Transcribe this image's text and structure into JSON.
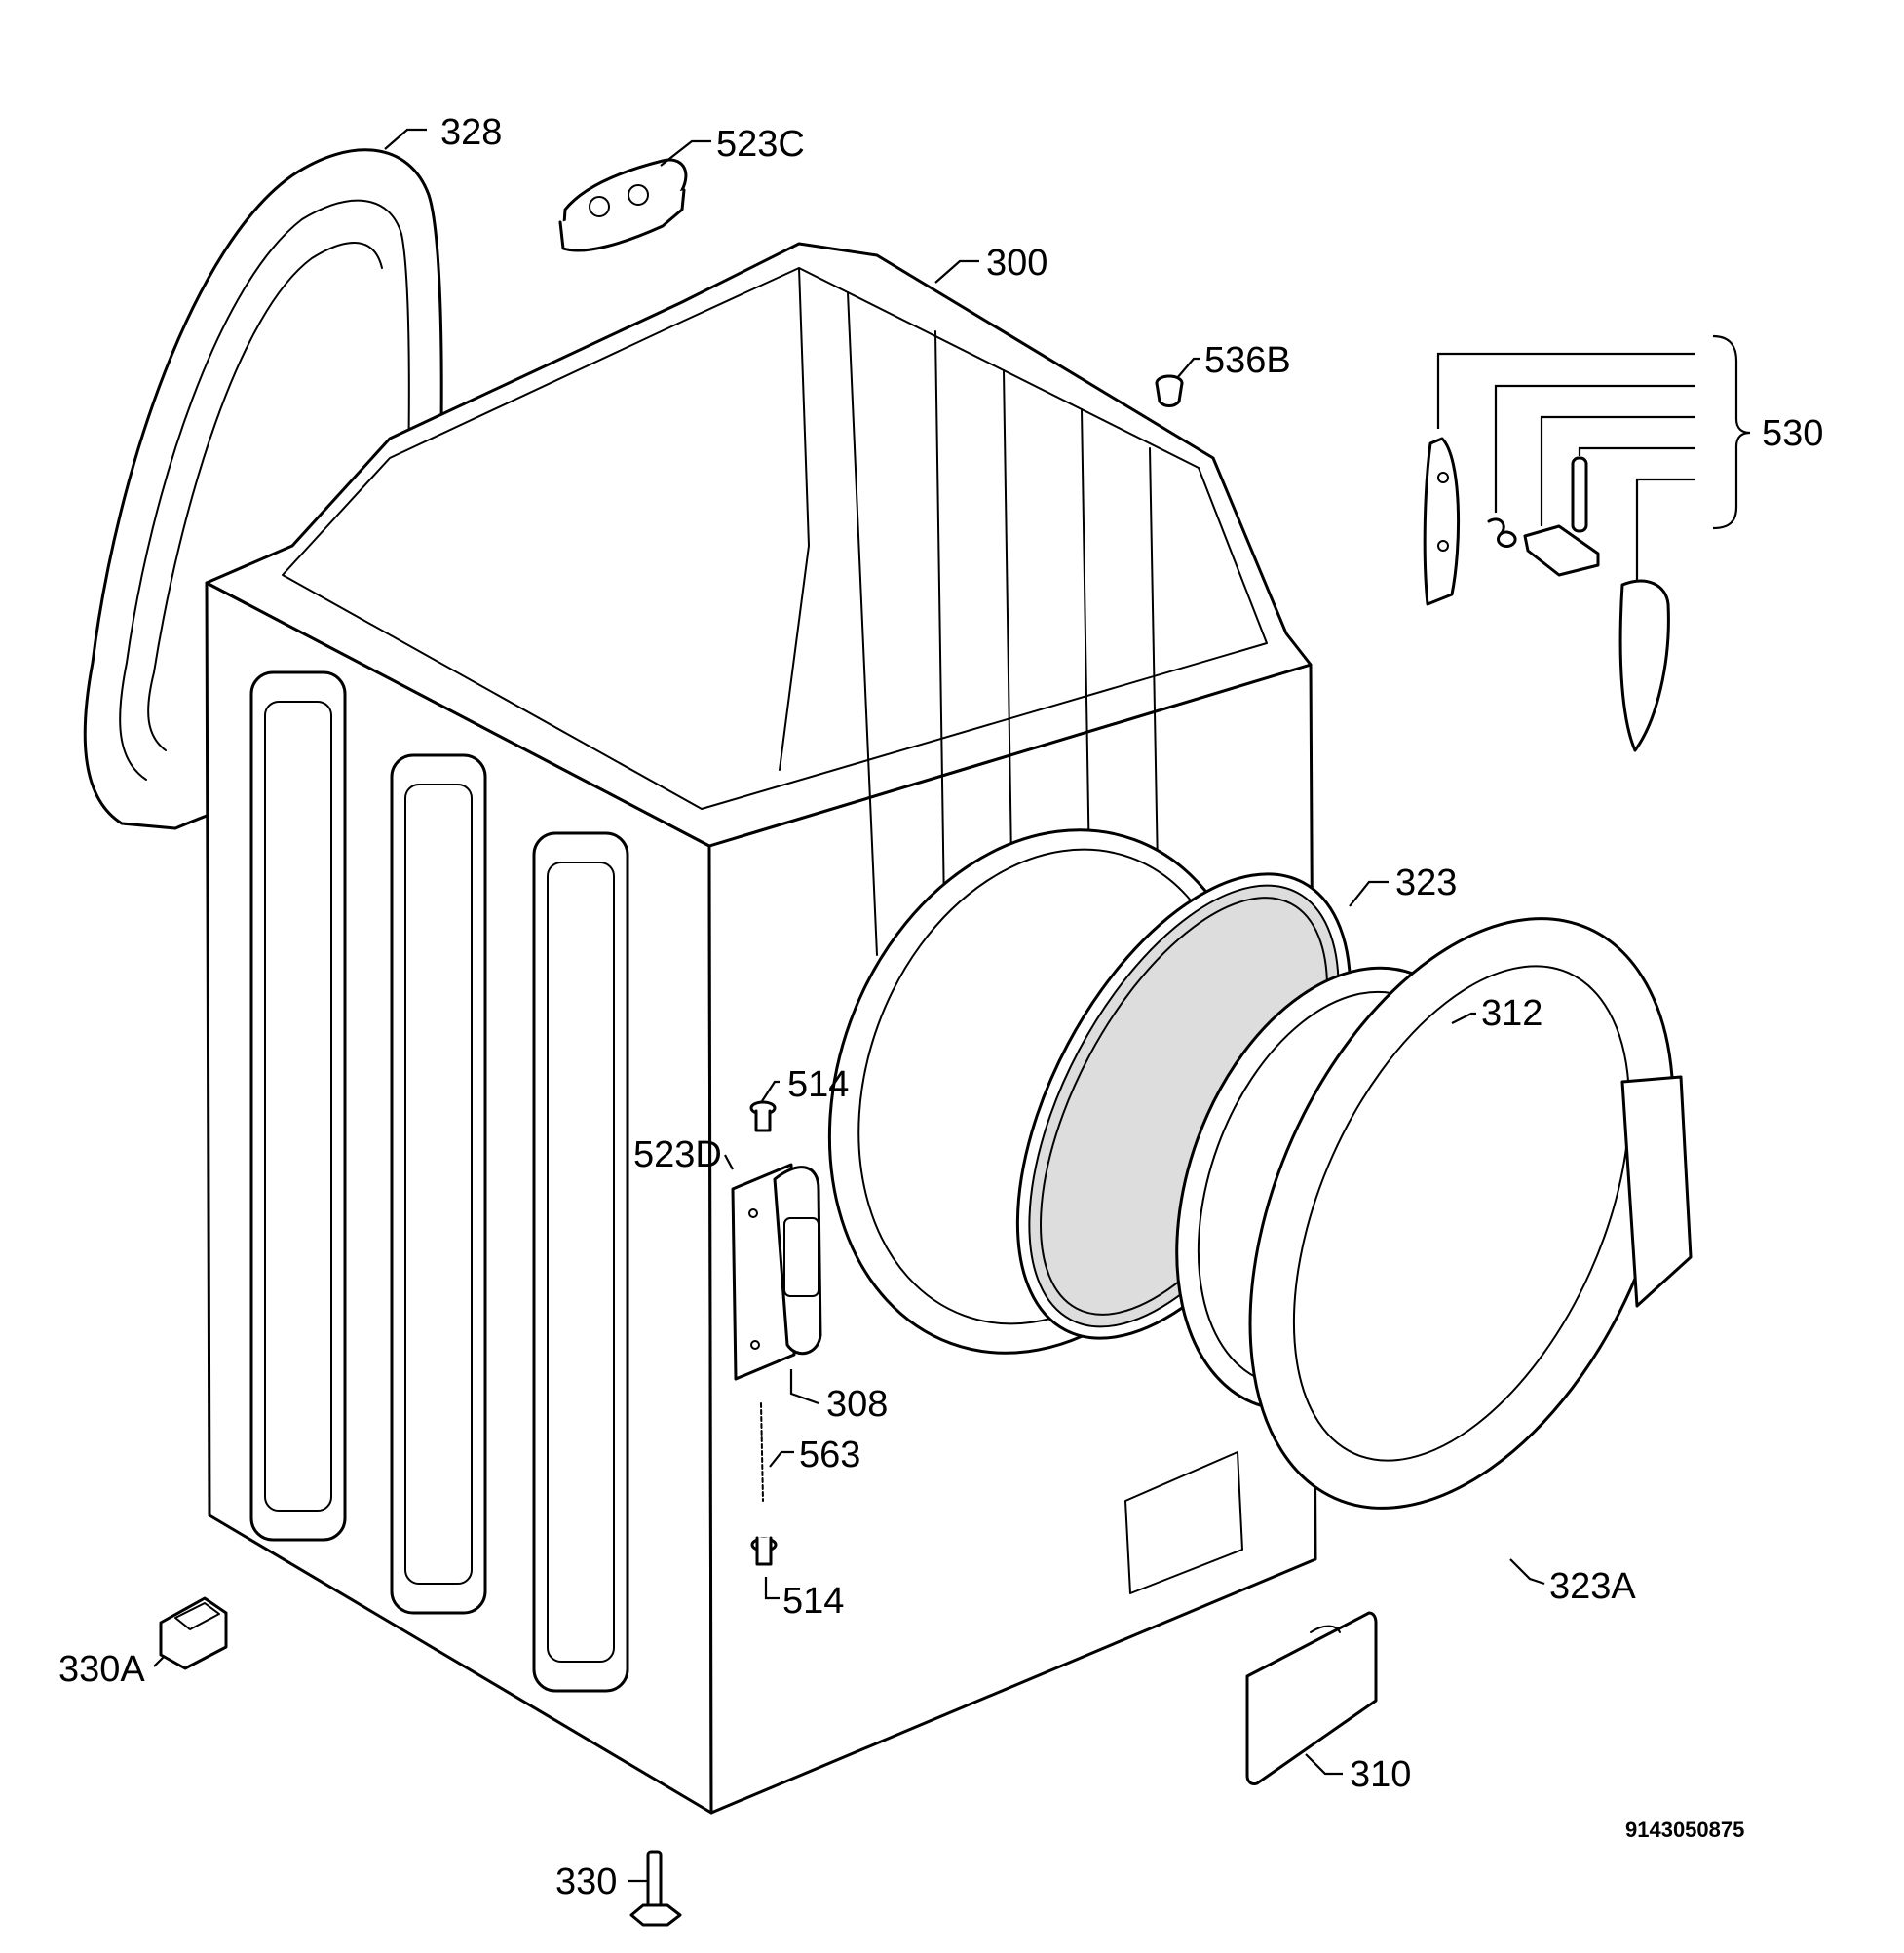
{
  "diagram_code": "9143050875",
  "callouts": {
    "p328": "328",
    "p523C": "523C",
    "p300": "300",
    "p536B": "536B",
    "p530": "530",
    "p323": "323",
    "p312": "312",
    "p514_top": "514",
    "p523D": "523D",
    "p308": "308",
    "p563": "563",
    "p514_bottom": "514",
    "p323A": "323A",
    "p330A": "330A",
    "p310": "310",
    "p330": "330"
  }
}
